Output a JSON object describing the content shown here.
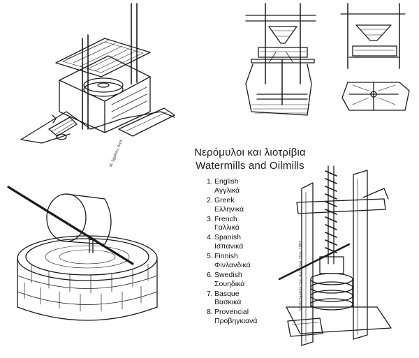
{
  "title": {
    "greek": "Νερόμυλοι και λιοτρίβια",
    "english": "Watermills and Oilmills"
  },
  "languages": [
    {
      "num": "1.",
      "english": "English",
      "greek": "Αγγλικά"
    },
    {
      "num": "2.",
      "english": "Greek",
      "greek": "Ελληνικά"
    },
    {
      "num": "3.",
      "english": "French",
      "greek": "Γαλλικά"
    },
    {
      "num": "4.",
      "english": "Spanish",
      "greek": "Ισπανικά"
    },
    {
      "num": "5.",
      "english": "Finnish",
      "greek": "Φινλανδικά"
    },
    {
      "num": "6.",
      "english": "Swedish",
      "greek": "Σουηδικά"
    },
    {
      "num": "7.",
      "english": "Basque",
      "greek": "Βασκικά"
    },
    {
      "num": "8.",
      "english": "Provencial",
      "greek": "Προβηγκιανά"
    }
  ],
  "credits": {
    "watermill": "M. Sgalitsu, Arch.",
    "press": "N. Michaelidis Cyp. Arch. Nat. Orig. 1987"
  },
  "ink_color": "#1a1a1a"
}
